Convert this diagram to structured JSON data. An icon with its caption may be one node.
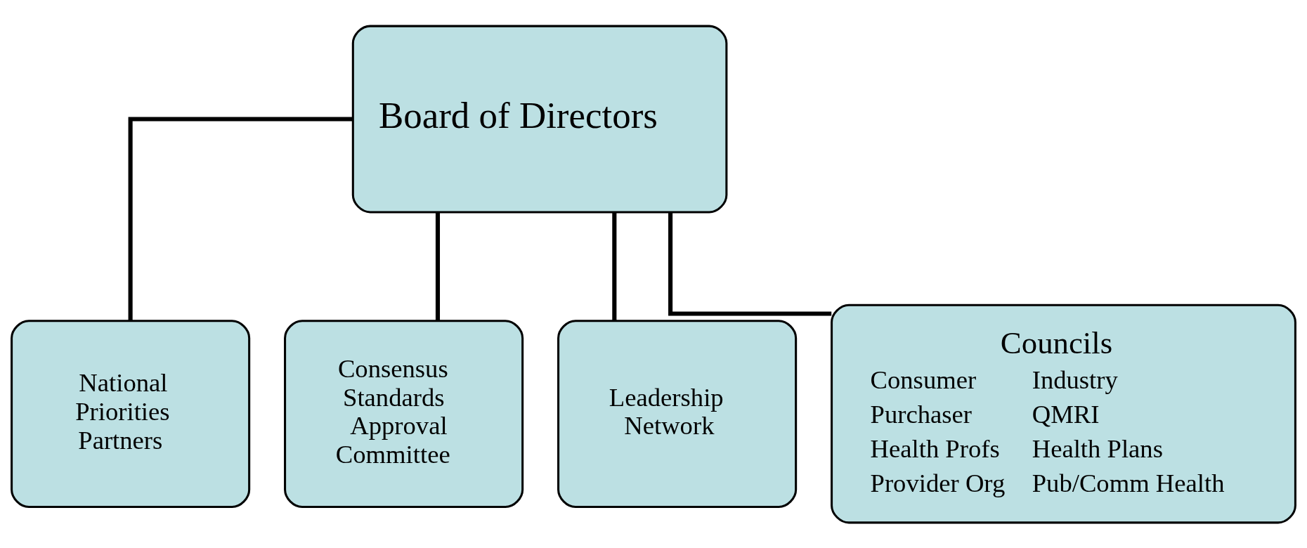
{
  "diagram": {
    "nodes": [
      {
        "text": [
          "Board of Directors"
        ]
      },
      {
        "text": [
          "National Priorities Partners"
        ]
      },
      {
        "text": [
          "Consensus Standards Approval Committee"
        ]
      },
      {
        "text": [
          "Leadership Network"
        ]
      },
      {
        "text": [
          "Councils",
          "Consumer",
          "Industry",
          "Purchaser",
          "QMRI",
          "Health Profs",
          "Health Plans",
          "Provider Org",
          "Pub/Comm Health"
        ]
      }
    ],
    "edges": [
      {
        "from": 0,
        "to": 1,
        "arrow": "none"
      },
      {
        "from": 0,
        "to": 2,
        "arrow": "none"
      },
      {
        "from": 0,
        "to": 3,
        "arrow": "none"
      },
      {
        "from": 0,
        "to": 4,
        "arrow": "none"
      }
    ]
  }
}
